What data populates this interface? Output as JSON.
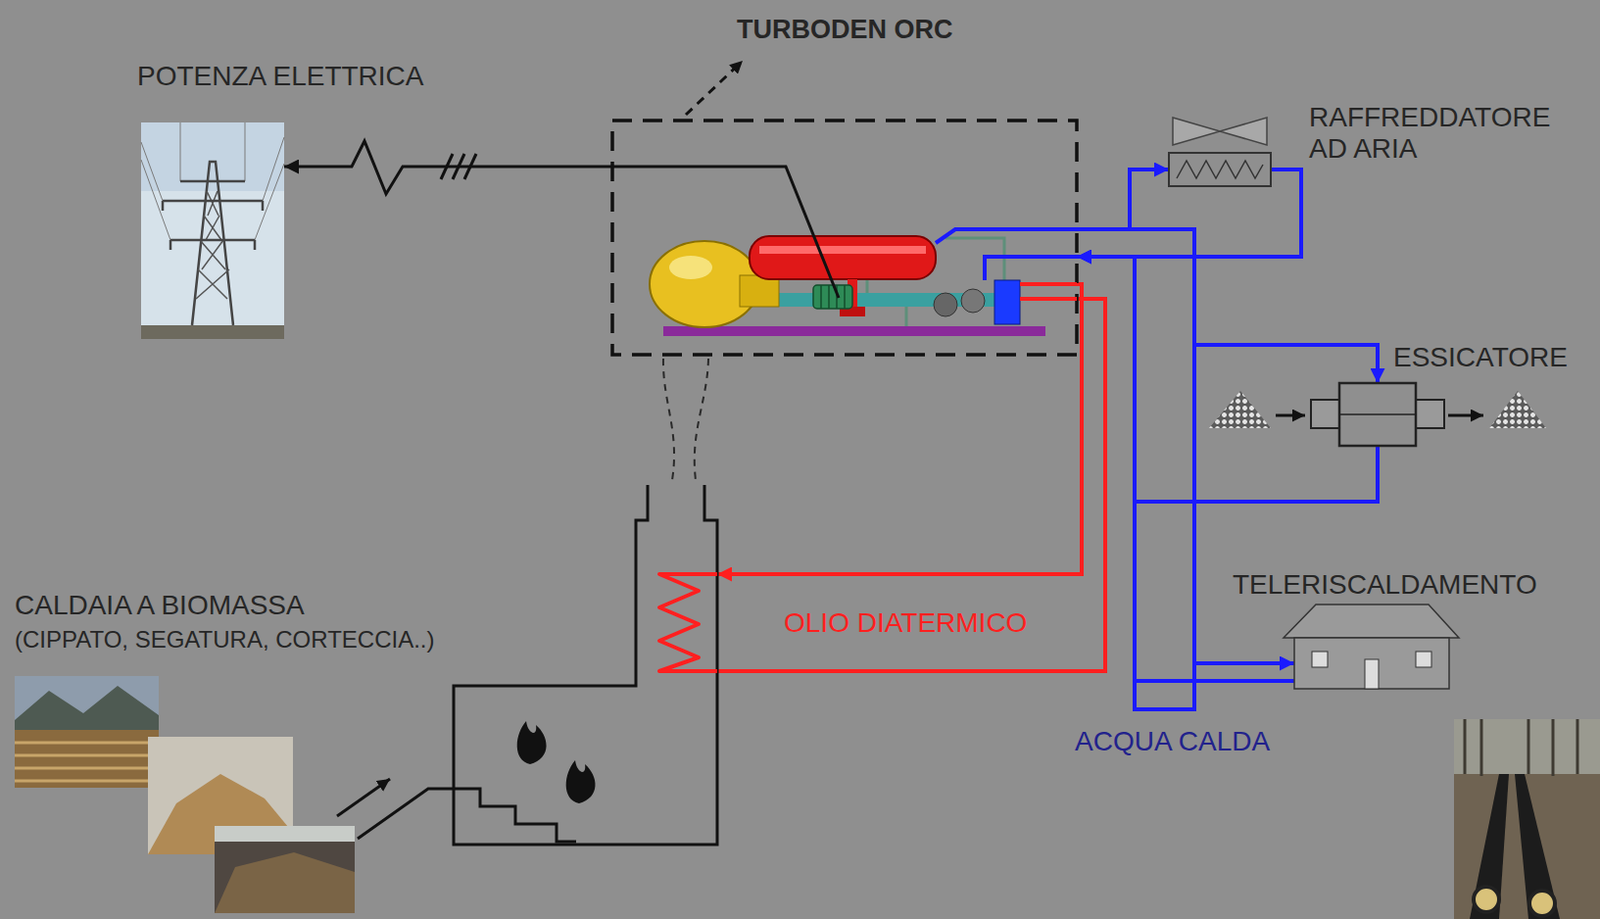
{
  "diagram": {
    "nodes": [
      {
        "text": [
          "POTENZA ELETTRICA"
        ]
      },
      {
        "text": [
          "TURBODEN ORC"
        ]
      },
      {
        "text": [
          "RAFFREDDATORE AD ARIA"
        ]
      },
      {
        "text": [
          "ESSICATORE"
        ]
      },
      {
        "text": [
          "CALDAIA A BIOMASSA",
          "(CIPPATO, SEGATURA, CORTECCIA..)"
        ]
      },
      {
        "text": [
          "TELERISCALDAMENTO"
        ]
      }
    ],
    "edges": [
      {
        "from": 1,
        "to": 0,
        "arrow": "to"
      },
      {
        "from": 1,
        "to": 4,
        "arrow": "to"
      },
      {
        "from": 4,
        "to": 1,
        "arrow": "none"
      },
      {
        "from": 1,
        "to": 2,
        "arrow": "to"
      },
      {
        "from": 2,
        "to": 1,
        "arrow": "to"
      },
      {
        "from": 1,
        "to": 3,
        "arrow": "to"
      },
      {
        "from": 3,
        "to": 1,
        "arrow": "to"
      },
      {
        "from": 1,
        "to": 5,
        "arrow": "to"
      },
      {
        "from": 5,
        "to": 1,
        "arrow": "none"
      }
    ],
    "labels": [
      "OLIO DIATERMICO",
      "ACQUA CALDA"
    ]
  }
}
